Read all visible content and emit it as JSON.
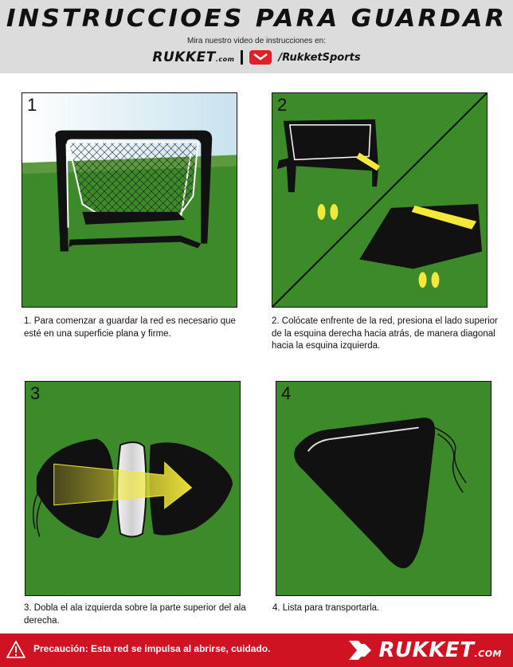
{
  "header": {
    "title": "INSTRUCCIOES PARA GUARDAR",
    "subtitle": "Mira nuestro video de instrucciones en:",
    "brand": "RUKKET",
    "brand_suffix": ".com",
    "channel": "/RukketSports"
  },
  "steps": [
    {
      "number": "1",
      "text": "1. Para  comenzar a guardar la red es necesario  que esté en una superficie plana y firme."
    },
    {
      "number": "2",
      "text": "2. Colócate enfrente de la red, presiona el lado superior de la esquina derecha hacia atrás, de manera diagonal  hacia la esquina izquierda."
    },
    {
      "number": "3",
      "text": "3. Dobla el ala izquierda sobre la parte superior del ala derecha."
    },
    {
      "number": "4",
      "text": "4. Lista para transportarla."
    }
  ],
  "footer": {
    "caution": "Precaución: Esta red se impulsa al abrirse, cuidado.",
    "brand": "RUKKET",
    "brand_suffix": ".COM"
  },
  "colors": {
    "grass": "#3d8a2a",
    "sky": "#dcedf4",
    "accent_red": "#cf1322",
    "arrow_yellow": "#f2e93a",
    "header_gray": "#dcdcdc"
  },
  "icons": [
    "youtube-icon",
    "warning-triangle-icon",
    "footprints-icon",
    "arrow-icon"
  ]
}
